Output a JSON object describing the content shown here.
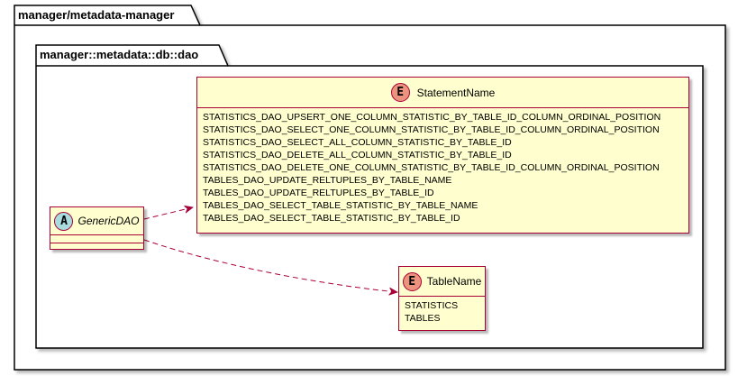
{
  "packages": {
    "outer": {
      "name": "manager/metadata-manager"
    },
    "inner": {
      "name": "manager::metadata::db::dao"
    }
  },
  "classes": {
    "statement_name": {
      "name": "StatementName",
      "stereotype_icon": "E",
      "kind": "enum",
      "literals": [
        "STATISTICS_DAO_UPSERT_ONE_COLUMN_STATISTIC_BY_TABLE_ID_COLUMN_ORDINAL_POSITION",
        "STATISTICS_DAO_SELECT_ONE_COLUMN_STATISTIC_BY_TABLE_ID_COLUMN_ORDINAL_POSITION",
        "STATISTICS_DAO_SELECT_ALL_COLUMN_STATISTIC_BY_TABLE_ID",
        "STATISTICS_DAO_DELETE_ALL_COLUMN_STATISTIC_BY_TABLE_ID",
        "STATISTICS_DAO_DELETE_ONE_COLUMN_STATISTIC_BY_TABLE_ID_COLUMN_ORDINAL_POSITION",
        "TABLES_DAO_UPDATE_RELTUPLES_BY_TABLE_NAME",
        "TABLES_DAO_UPDATE_RELTUPLES_BY_TABLE_ID",
        "TABLES_DAO_SELECT_TABLE_STATISTIC_BY_TABLE_NAME",
        "TABLES_DAO_SELECT_TABLE_STATISTIC_BY_TABLE_ID"
      ]
    },
    "table_name": {
      "name": "TableName",
      "stereotype_icon": "E",
      "kind": "enum",
      "literals": [
        "STATISTICS",
        "TABLES"
      ]
    },
    "generic_dao": {
      "name": "GenericDAO",
      "stereotype_icon": "A",
      "kind": "abstract"
    }
  },
  "relations": [
    {
      "from": "GenericDAO",
      "to": "StatementName",
      "style": "dashed-arrow"
    },
    {
      "from": "GenericDAO",
      "to": "TableName",
      "style": "dashed-arrow"
    }
  ],
  "colors": {
    "class_fill": "#FEFECE",
    "class_border": "#A80036",
    "enum_badge": "#EB937F",
    "abstract_badge": "#A9DCDF",
    "arrow": "#A80036",
    "package_border": "#000000"
  }
}
